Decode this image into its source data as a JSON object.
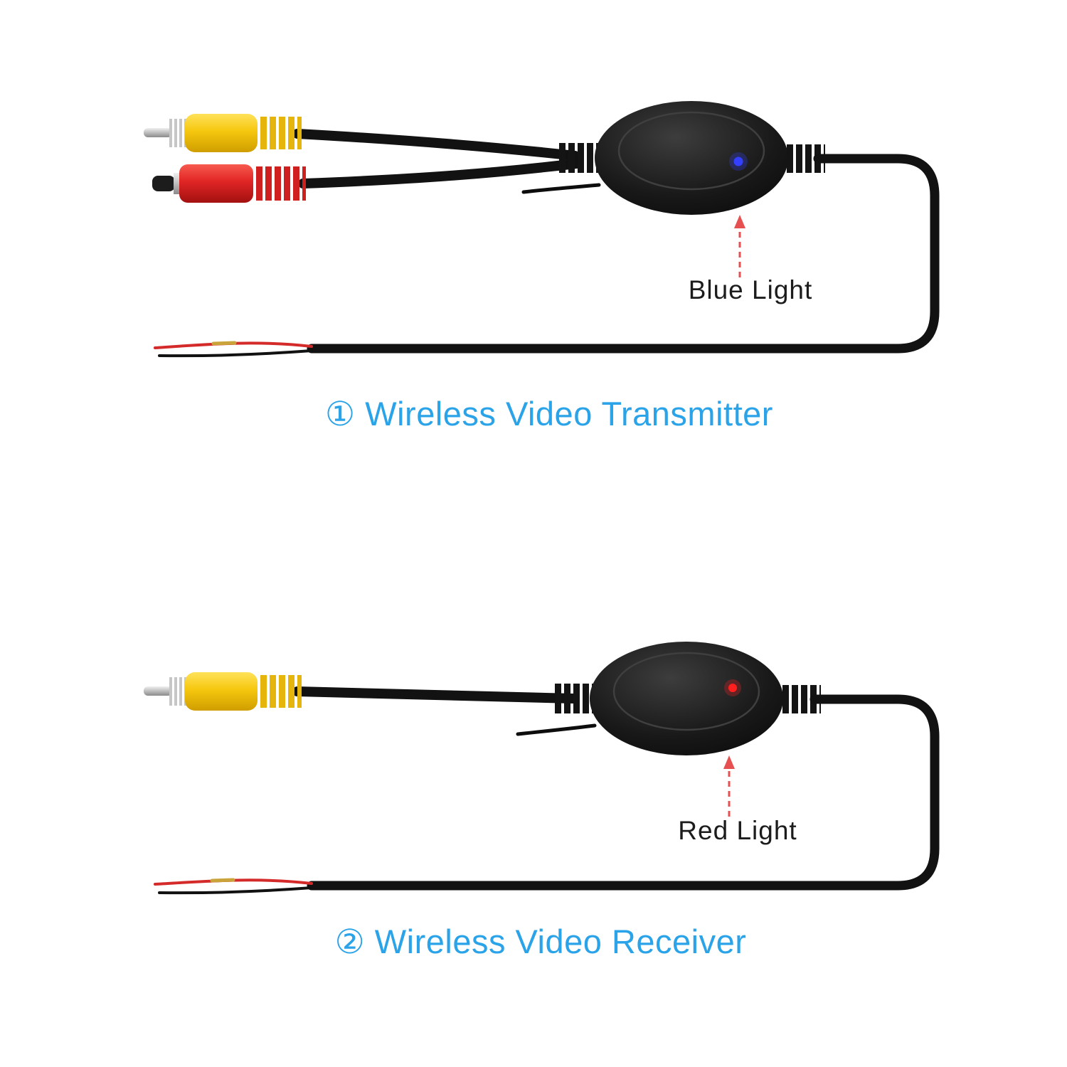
{
  "colors": {
    "caption_blue": "#2BA3E8",
    "annotation_black": "#1C1C1C",
    "arrow_red": "#E65050",
    "led_blue": "#3340FF",
    "led_red": "#FF1F1F",
    "rca_yellow": "#F2C200",
    "dc_plug_red": "#DD2222",
    "cable_black": "#121212",
    "background": "#FFFFFF"
  },
  "transmitter": {
    "caption": "① Wireless Video Transmitter",
    "led_label": "Blue Light",
    "led_color_name": "blue"
  },
  "receiver": {
    "caption": "② Wireless Video Receiver",
    "led_label": "Red Light",
    "led_color_name": "red"
  }
}
